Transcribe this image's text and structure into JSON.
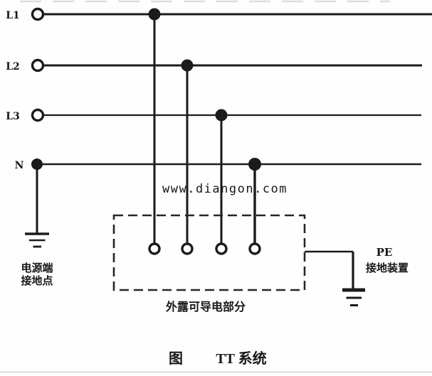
{
  "figure": {
    "caption_prefix": "图",
    "caption_title": "TT 系统"
  },
  "conductors": {
    "l1": "L1",
    "l2": "L2",
    "l3": "L3",
    "n": "N"
  },
  "annotations": {
    "source_earth_line1": "电源端",
    "source_earth_line2": "接地点",
    "exposed_parts": "外露可导电部分",
    "pe_label": "PE",
    "pe_device": "接地装置"
  },
  "watermark": {
    "text": "www.diangon.com",
    "color": "#2e9b35"
  },
  "colors": {
    "ink": "#1b1b1b",
    "background": "#fefefe"
  }
}
